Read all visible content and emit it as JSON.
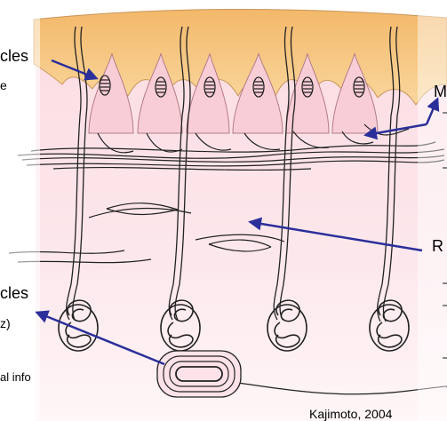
{
  "labels": {
    "meissner": "cles",
    "meissner_sub": "e",
    "merkel": "M",
    "ruffini": "R",
    "pacinian": "cles",
    "pacinian_sub": "z)",
    "spatial": "al info",
    "credit": "Kajimoto, 2004"
  },
  "colors": {
    "epidermis": "#f6c680",
    "dermis": "#f9d6df",
    "arrow": "#2b2f9a",
    "nerve": "#222222"
  }
}
